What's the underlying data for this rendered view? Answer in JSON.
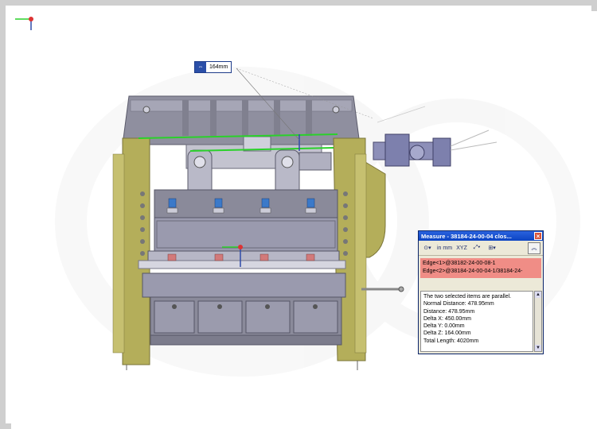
{
  "colors": {
    "frame_yellow": "#b4ae5a",
    "steel_gray": "#9a9aae",
    "dim_gray": "#7a7a8c",
    "accent_blue": "#2f4aa8",
    "measure_green": "#2ad12a",
    "highlight_red": "#f08d86",
    "titlebar_blue": "#0b43c2"
  },
  "dimension": {
    "icon": "dimension-icon",
    "value": "164mm"
  },
  "measure_window": {
    "title": "Measure - 38184-24-00-04 clos...",
    "close_icon": "close-icon",
    "toolbar": {
      "arc_circle_icon": "arc-circle-measure-icon",
      "units_label": "in mm",
      "xyz_label": "XYZ",
      "point_to_point_icon": "point-to-point-icon",
      "coordinate_icon": "coordinate-system-icon",
      "collapse_icon": "collapse-up-icon"
    },
    "selections": [
      "Edge<1>@38182-24-00-08-1",
      "Edge<2>@38184-24-00-04-1/38184-24-"
    ],
    "results": [
      "The two selected items are parallel.",
      "Normal Distance: 478.95mm",
      "Distance: 478.95mm",
      "Delta X: 450.00mm",
      "Delta Y: 0.00mm",
      "Delta Z: 164.00mm",
      "Total Length: 4020mm"
    ]
  },
  "triad_icon": "coordinate-triad-icon"
}
